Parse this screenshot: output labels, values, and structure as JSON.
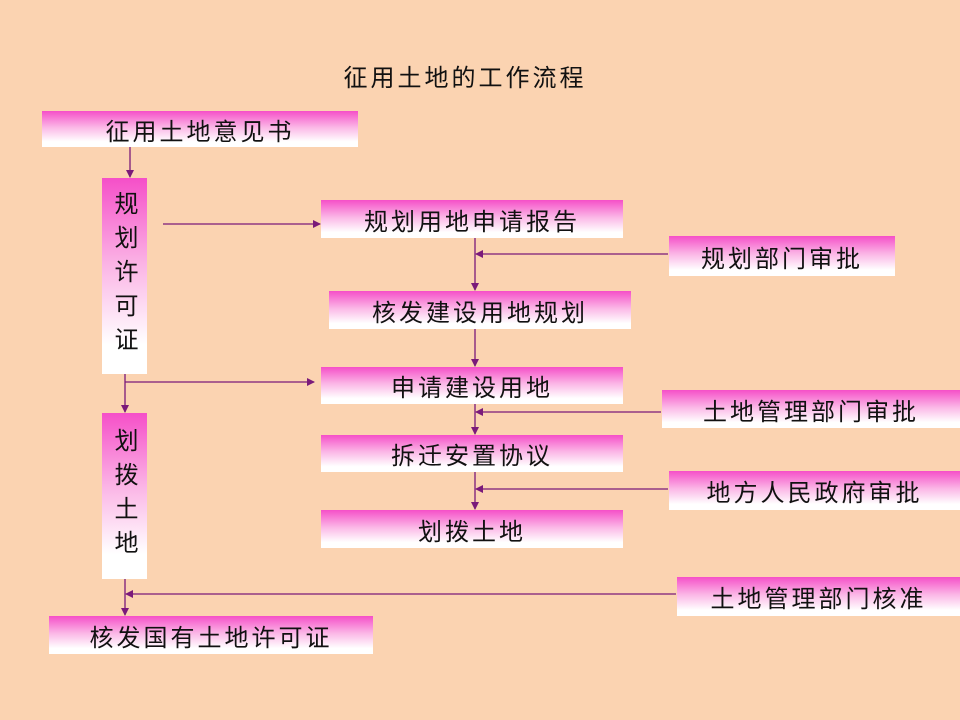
{
  "title": "征用土地的工作流程",
  "boxes": {
    "opinion": "征用土地意见书",
    "planning_permit": "规划许可证",
    "allocate_land_left": "划拨土地",
    "state_land_permit": "核发国有土地许可证",
    "planning_application": "规划用地申请报告",
    "issue_planning": "核发建设用地规划",
    "apply_construction_land": "申请建设用地",
    "relocation_agreement": "拆迁安置协议",
    "allocate_land_center": "划拨土地",
    "planning_dept_approval": "规划部门审批",
    "land_dept_approval": "土地管理部门审批",
    "local_gov_approval": "地方人民政府审批",
    "land_dept_ratify": "土地管理部门核准"
  },
  "colors": {
    "background": "#fbd3b1",
    "box_top": "#f54fc8",
    "arrow": "#7a1a7a"
  }
}
